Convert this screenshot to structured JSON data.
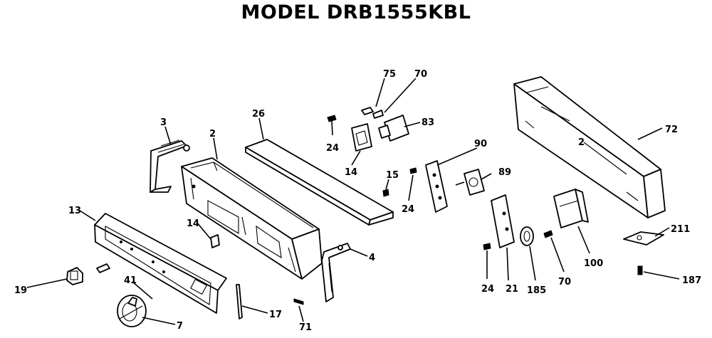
{
  "title": "MODEL DRB1555KBL",
  "callouts": [
    {
      "id": "c3",
      "label": "3"
    },
    {
      "id": "c2",
      "label": "2"
    },
    {
      "id": "c26",
      "label": "26"
    },
    {
      "id": "c24a",
      "label": "24"
    },
    {
      "id": "c14a",
      "label": "14"
    },
    {
      "id": "c75",
      "label": "75"
    },
    {
      "id": "c70a",
      "label": "70"
    },
    {
      "id": "c83",
      "label": "83"
    },
    {
      "id": "c15",
      "label": "15"
    },
    {
      "id": "c24b",
      "label": "24"
    },
    {
      "id": "c90",
      "label": "90"
    },
    {
      "id": "c89",
      "label": "89"
    },
    {
      "id": "c72",
      "label": "72"
    },
    {
      "id": "c13",
      "label": "13"
    },
    {
      "id": "c14b",
      "label": "14"
    },
    {
      "id": "c4",
      "label": "4"
    },
    {
      "id": "c19",
      "label": "19"
    },
    {
      "id": "c41",
      "label": "41"
    },
    {
      "id": "c7",
      "label": "7"
    },
    {
      "id": "c17",
      "label": "17"
    },
    {
      "id": "c71",
      "label": "71"
    },
    {
      "id": "c24c",
      "label": "24"
    },
    {
      "id": "c21",
      "label": "21"
    },
    {
      "id": "c185",
      "label": "185"
    },
    {
      "id": "c70b",
      "label": "70"
    },
    {
      "id": "c100",
      "label": "100"
    },
    {
      "id": "c211",
      "label": "211"
    },
    {
      "id": "c187",
      "label": "187"
    },
    {
      "id": "c2b",
      "label": "2"
    }
  ]
}
